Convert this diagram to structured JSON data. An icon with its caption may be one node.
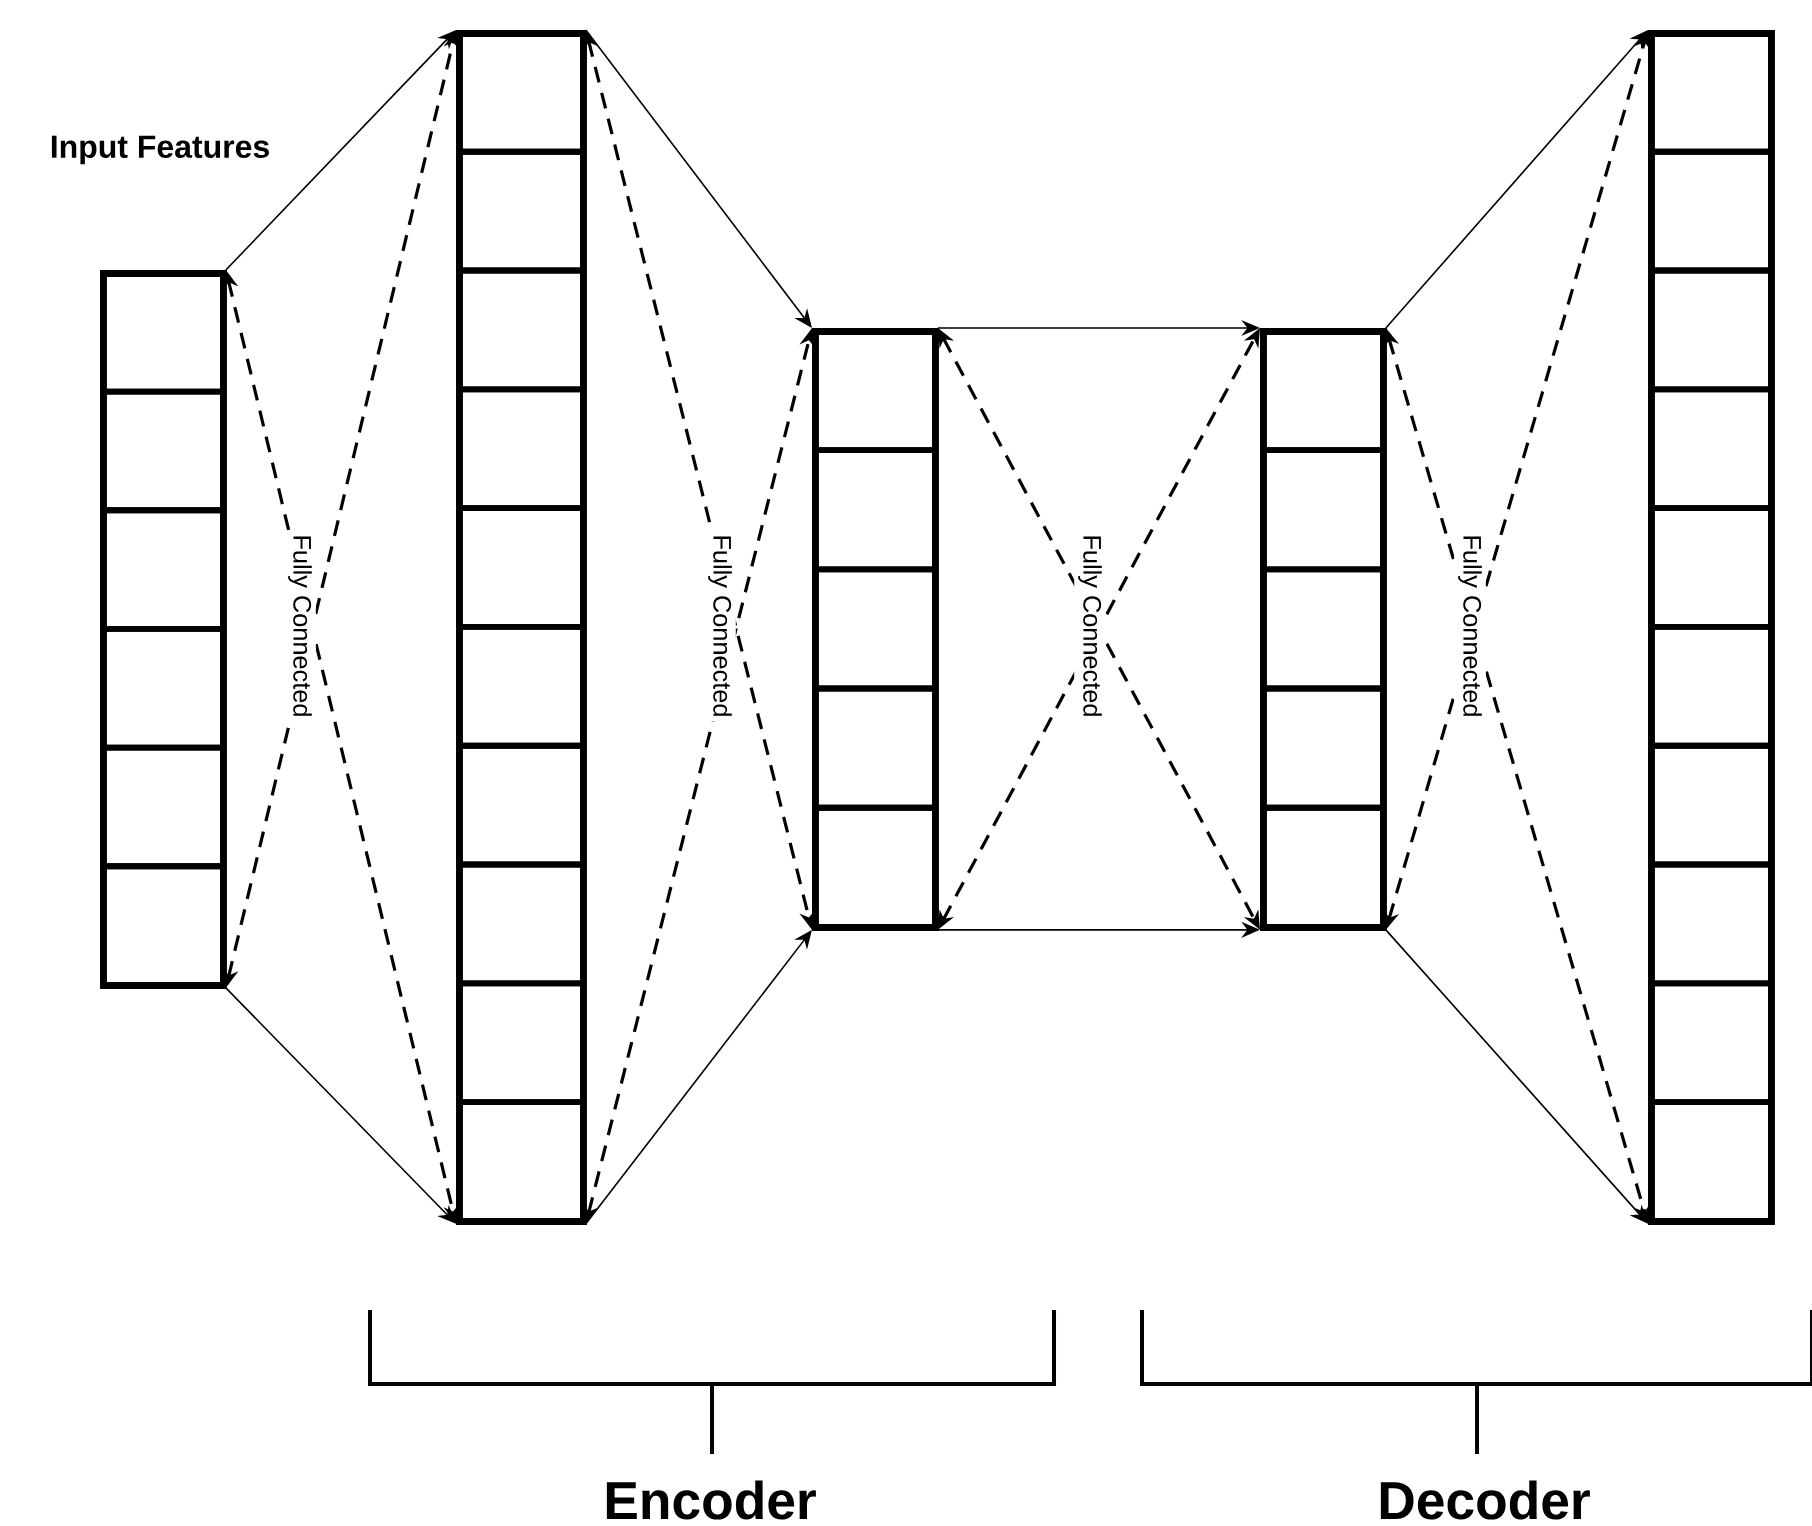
{
  "diagram": {
    "nodes": [
      {
        "text": [],
        "shape": "box"
      },
      {
        "text": [],
        "shape": "box",
        "in": 0
      },
      {
        "text": [],
        "shape": "box",
        "in": 0
      },
      {
        "text": [],
        "shape": "box",
        "in": 0
      },
      {
        "text": [],
        "shape": "box",
        "in": 0
      },
      {
        "text": [],
        "shape": "box",
        "in": 0
      },
      {
        "text": [],
        "shape": "box",
        "in": 0
      },
      {
        "text": [],
        "shape": "box"
      },
      {
        "text": [],
        "shape": "box",
        "in": 7
      },
      {
        "text": [],
        "shape": "box",
        "in": 7
      },
      {
        "text": [],
        "shape": "box",
        "in": 7
      },
      {
        "text": [],
        "shape": "box",
        "in": 7
      },
      {
        "text": [],
        "shape": "box",
        "in": 7
      },
      {
        "text": [],
        "shape": "box",
        "in": 7
      },
      {
        "text": [],
        "shape": "box",
        "in": 7
      },
      {
        "text": [],
        "shape": "box",
        "in": 7
      },
      {
        "text": [],
        "shape": "box",
        "in": 7
      },
      {
        "text": [],
        "shape": "box",
        "in": 7
      },
      {
        "text": [],
        "shape": "box"
      },
      {
        "text": [],
        "shape": "box",
        "in": 18
      },
      {
        "text": [],
        "shape": "box",
        "in": 18
      },
      {
        "text": [],
        "shape": "box",
        "in": 18
      },
      {
        "text": [],
        "shape": "box",
        "in": 18
      },
      {
        "text": [],
        "shape": "box",
        "in": 18
      },
      {
        "text": [],
        "shape": "box"
      },
      {
        "text": [],
        "shape": "box",
        "in": 24
      },
      {
        "text": [],
        "shape": "box",
        "in": 24
      },
      {
        "text": [],
        "shape": "box",
        "in": 24
      },
      {
        "text": [],
        "shape": "box",
        "in": 24
      },
      {
        "text": [],
        "shape": "box",
        "in": 24
      },
      {
        "text": [],
        "shape": "box"
      },
      {
        "text": [],
        "shape": "box",
        "in": 30
      },
      {
        "text": [],
        "shape": "box",
        "in": 30
      },
      {
        "text": [],
        "shape": "box",
        "in": 30
      },
      {
        "text": [],
        "shape": "box",
        "in": 30
      },
      {
        "text": [],
        "shape": "box",
        "in": 30
      },
      {
        "text": [],
        "shape": "box",
        "in": 30
      },
      {
        "text": [],
        "shape": "box",
        "in": 30
      },
      {
        "text": [],
        "shape": "box",
        "in": 30
      },
      {
        "text": [],
        "shape": "box",
        "in": 30
      },
      {
        "text": [],
        "shape": "box",
        "in": 30
      }
    ],
    "edges": [
      {
        "from": 1,
        "to": 8,
        "arrow": "to"
      },
      {
        "from": 6,
        "to": 17,
        "arrow": "to"
      },
      {
        "from": 1,
        "to": 17,
        "arrow": "both",
        "style": "dashed"
      },
      {
        "from": 6,
        "to": 8,
        "arrow": "both",
        "style": "dashed"
      },
      {
        "from": 8,
        "to": 19,
        "arrow": "to"
      },
      {
        "from": 17,
        "to": 23,
        "arrow": "to"
      },
      {
        "from": 8,
        "to": 23,
        "arrow": "both",
        "style": "dashed"
      },
      {
        "from": 17,
        "to": 19,
        "arrow": "both",
        "style": "dashed"
      },
      {
        "from": 19,
        "to": 25,
        "arrow": "to"
      },
      {
        "from": 23,
        "to": 29,
        "arrow": "to"
      },
      {
        "from": 19,
        "to": 29,
        "arrow": "both",
        "style": "dashed"
      },
      {
        "from": 23,
        "to": 25,
        "arrow": "both",
        "style": "dashed"
      },
      {
        "from": 25,
        "to": 31,
        "arrow": "to"
      },
      {
        "from": 29,
        "to": 40,
        "arrow": "to"
      },
      {
        "from": 25,
        "to": 40,
        "arrow": "both",
        "style": "dashed"
      },
      {
        "from": 29,
        "to": 31,
        "arrow": "both",
        "style": "dashed"
      }
    ],
    "labels": [
      "Input Features",
      "Fully Connected",
      "Fully Connected",
      "Fully Connected",
      "Fully Connected",
      "Encoder",
      "Decoder"
    ]
  }
}
